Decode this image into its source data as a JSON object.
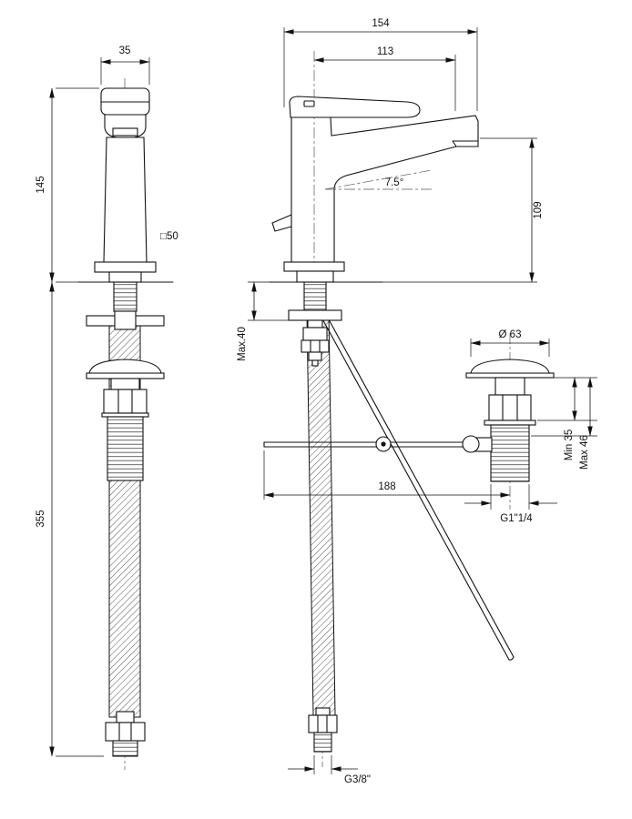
{
  "drawing": {
    "dims": {
      "handle_width": "35",
      "body_height": "145",
      "body_section": "□50",
      "hose_length": "355",
      "total_depth": "154",
      "spout_reach": "113",
      "spout_angle": "7.5°",
      "spout_height": "109",
      "deck_thickness": "Max.40",
      "waste_diameter": "Ø 63",
      "waste_min": "Min 35",
      "waste_max": "Max 46",
      "rod_length": "188",
      "waste_thread": "G1\"1/4",
      "supply_thread": "G3/8\""
    }
  }
}
